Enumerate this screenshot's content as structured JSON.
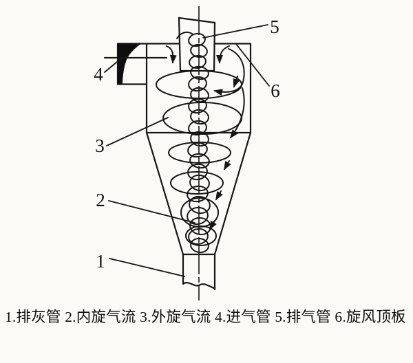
{
  "diagram": {
    "background_color": "#fbfaf7",
    "line_color": "#161616",
    "part_labels": [
      {
        "number": "1",
        "name": "排灰管"
      },
      {
        "number": "2",
        "name": "内旋气流"
      },
      {
        "number": "3",
        "name": "外旋气流"
      },
      {
        "number": "4",
        "name": "进气管"
      },
      {
        "number": "5",
        "name": "排气管"
      },
      {
        "number": "6",
        "name": "旋风顶板"
      }
    ]
  },
  "caption": {
    "text": "1.排灰管 2.内旋气流 3.外旋气流 4.进气管 5.排气管 6.旋风顶板"
  }
}
